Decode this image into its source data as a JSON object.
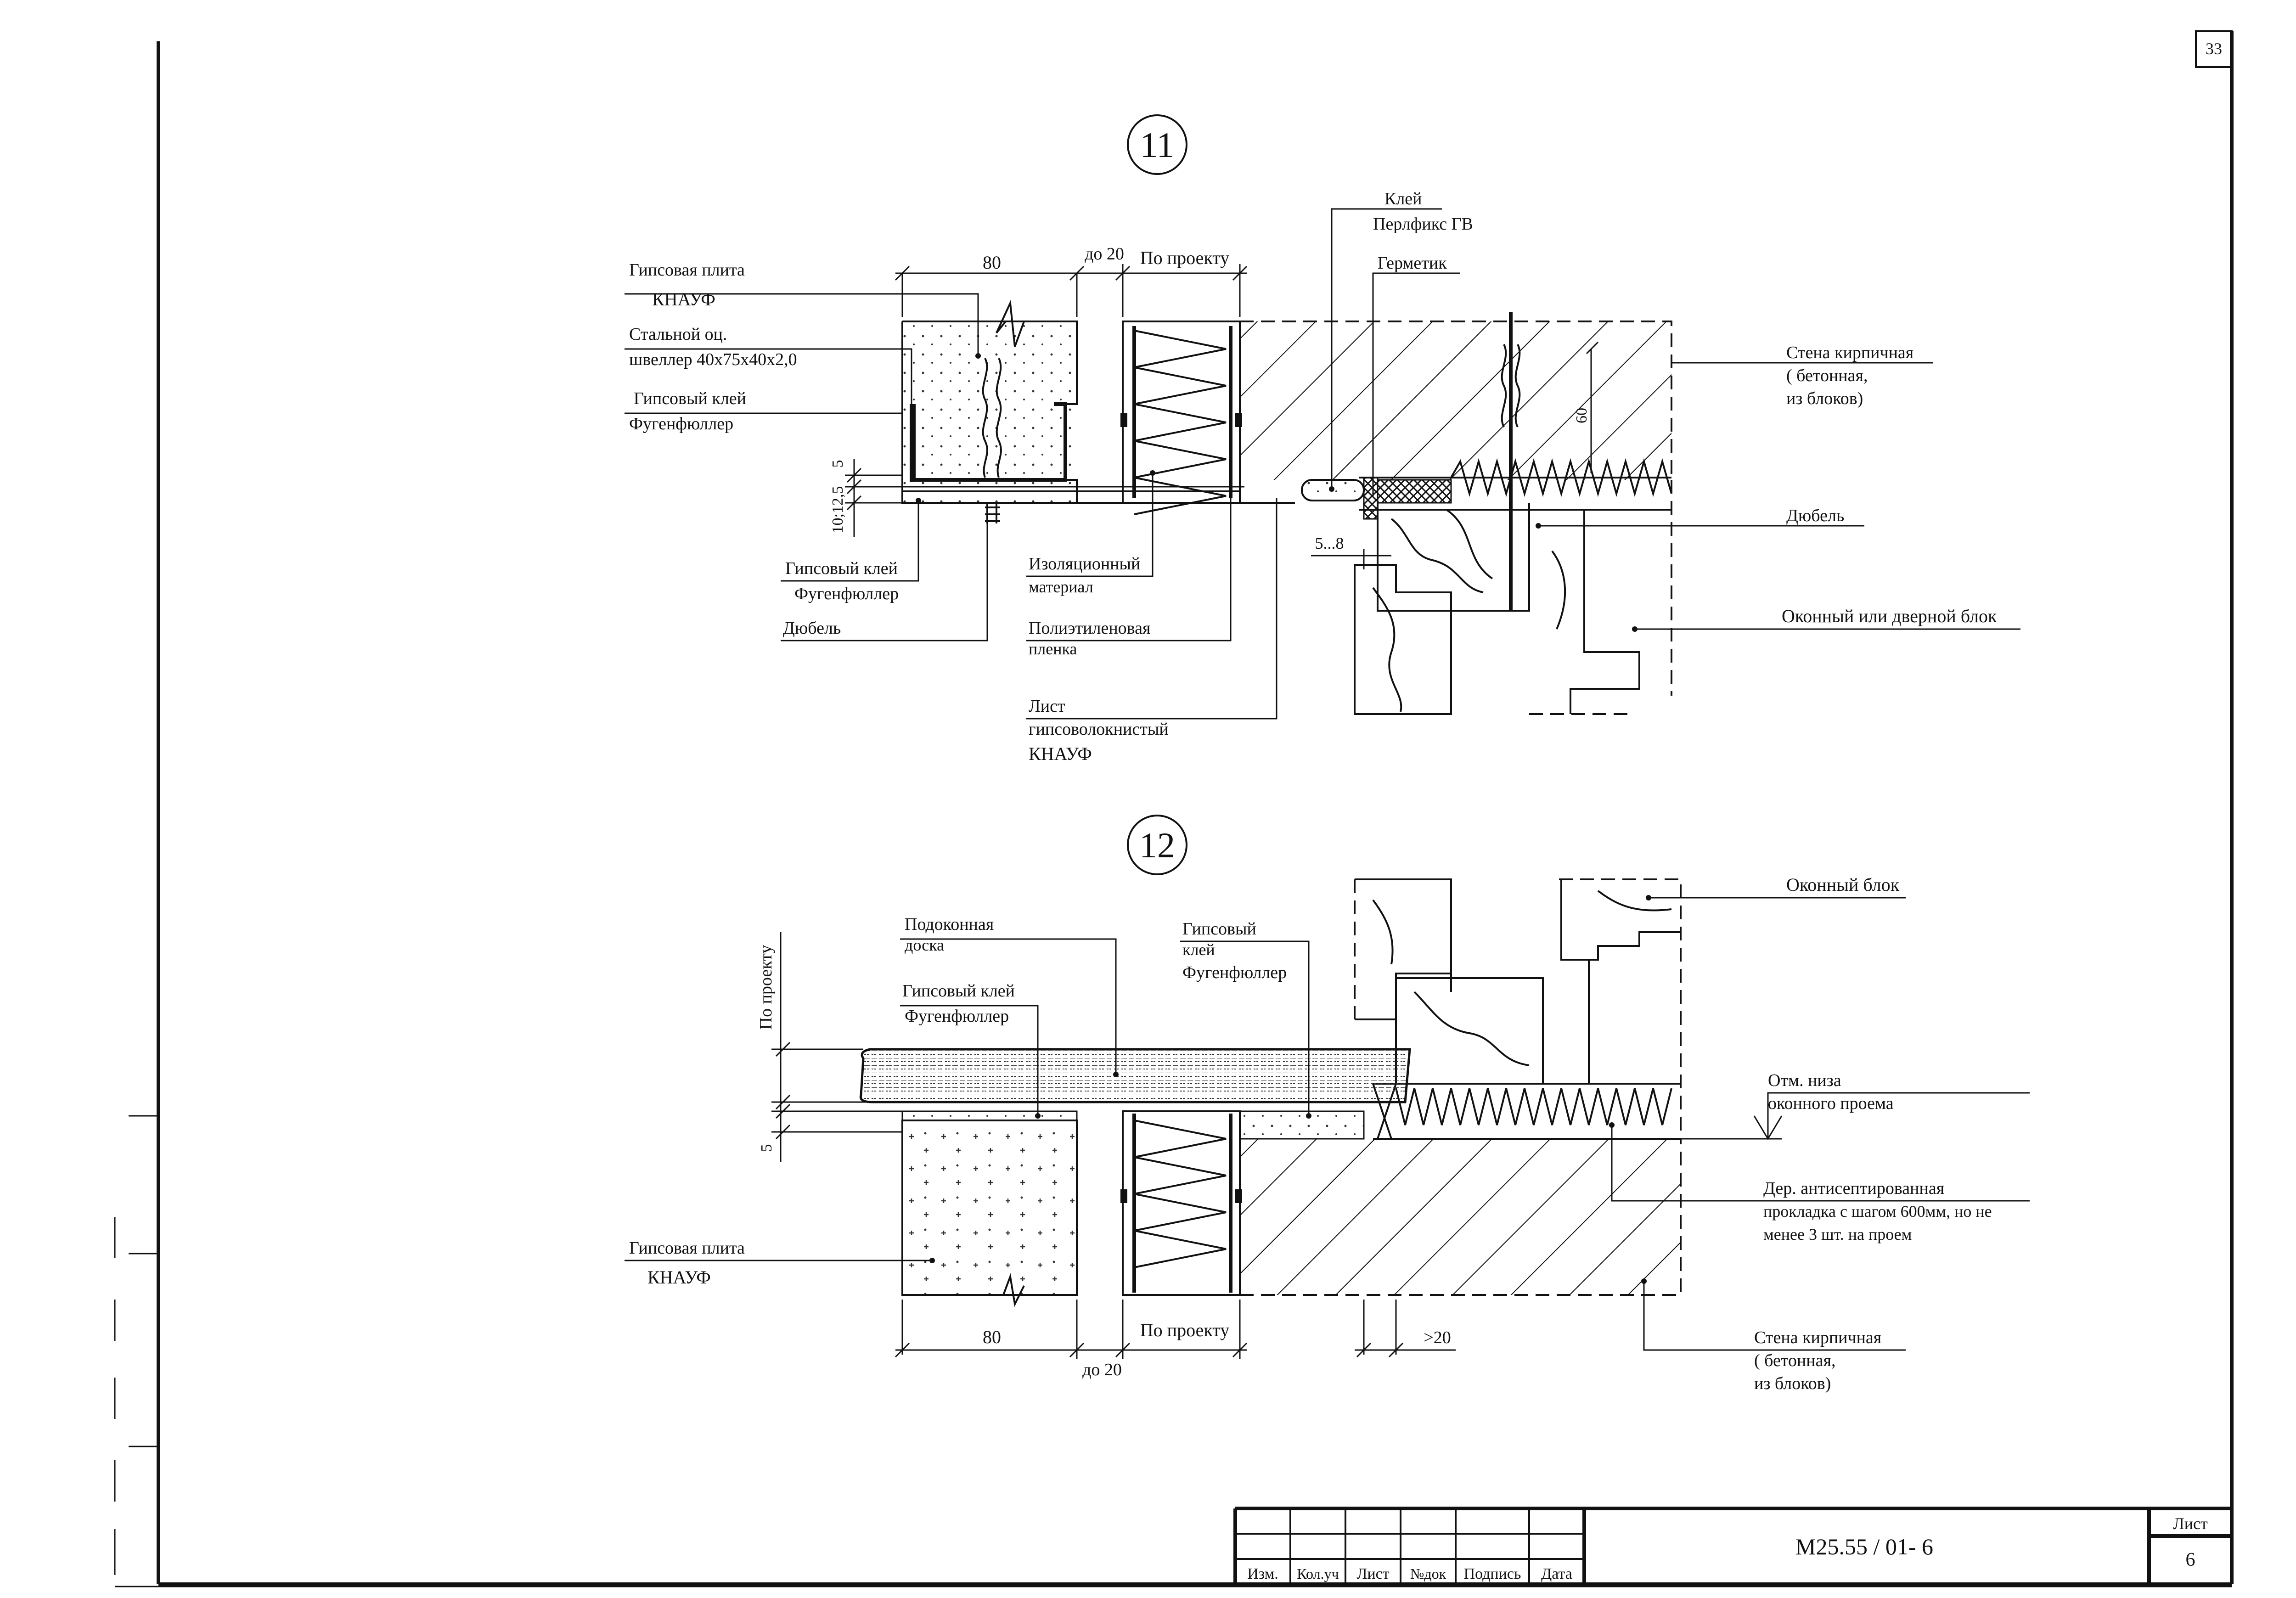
{
  "sheet_corner_number": "33",
  "detail_11": {
    "marker": "11",
    "labels": {
      "gypsum_board": "Гипсовая плита",
      "gypsum_board_brand": "КНАУФ",
      "steel_channel": "Стальной оц.",
      "steel_channel_size": "швеллер 40х75х40х2,0",
      "glue_top": "Гипсовый клей",
      "glue_top_brand": "Фугенфюллер",
      "glue_bottom": "Гипсовый клей",
      "glue_bottom_brand": "Фугенфюллер",
      "dowel_left": "Дюбель",
      "insulation": "Изоляционный",
      "insulation_2": "материал",
      "pe_film": "Полиэтиленовая",
      "pe_film_2": "пленка",
      "sheet": "Лист",
      "sheet_2": "гипсоволокнистый",
      "sheet_3": "КНАУФ",
      "adhesive": "Клей",
      "adhesive_brand": "Перлфикс ГВ",
      "sealant": "Герметик",
      "wall": "Стена кирпичная",
      "wall_2": "( бетонная,",
      "wall_3": "из блоков)",
      "dowel_right": "Дюбель",
      "frame": "Оконный или дверной блок"
    },
    "dims": {
      "d80": "80",
      "upto20": "до 20",
      "per_project": "По проекту",
      "d5": "5",
      "d10": "10;12,5",
      "d58": "5...8",
      "d60": "60"
    }
  },
  "detail_12": {
    "marker": "12",
    "labels": {
      "sill": "Подоконная",
      "sill_2": "доска",
      "glue_left": "Гипсовый клей",
      "glue_left_brand": "Фугенфюллер",
      "glue_mid": "Гипсовый",
      "glue_mid_2": "клей",
      "glue_mid_3": "Фугенфюллер",
      "window": "Оконный  блок",
      "mark": "Отм. низа",
      "mark_2": "оконного проема",
      "pad": "Дер. антисептированная",
      "pad_2": "прокладка с шагом 600мм, но не",
      "pad_3": "менее 3 шт. на проем",
      "gypsum_board": "Гипсовая плита",
      "gypsum_board_brand": "КНАУФ",
      "wall": "Стена кирпичная",
      "wall_2": "( бетонная,",
      "wall_3": "из блоков)"
    },
    "dims": {
      "per_project_v": "По проекту",
      "d5": "5",
      "d80": "80",
      "upto20": "до 20",
      "per_project": "По проекту",
      "gt20": ">20"
    }
  },
  "title_block": {
    "headers": [
      "Изм.",
      "Кол.уч",
      "Лист",
      "№док",
      "Подпись",
      "Дата"
    ],
    "code": "М25.55 / 01- 6",
    "sheet_label": "Лист",
    "sheet_number": "6"
  }
}
